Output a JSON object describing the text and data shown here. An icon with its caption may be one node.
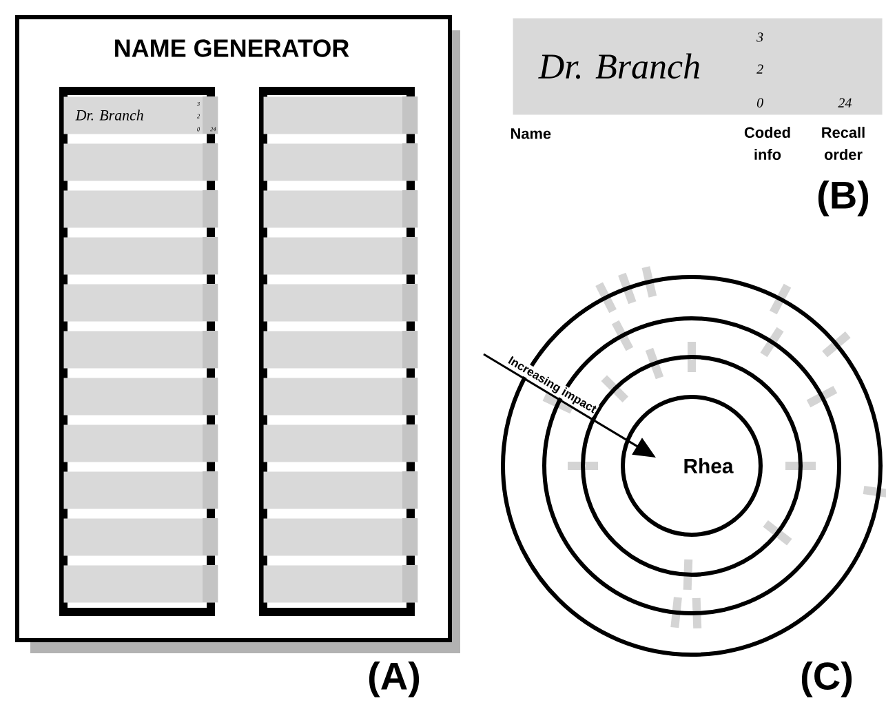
{
  "diagram": {
    "nodes": [
      {
        "text": [
          "NAME GENERATOR"
        ]
      },
      {
        "text": [],
        "shape": "box",
        "in": 0
      },
      {
        "text": [],
        "shape": "box",
        "in": 0
      },
      {
        "text": [
          "Dr. Branch",
          "3",
          "2",
          "0",
          "24"
        ],
        "in": 1
      },
      {
        "text": [],
        "shape": "bar",
        "in": 1
      },
      {
        "text": [],
        "shape": "bar",
        "in": 1
      },
      {
        "text": [],
        "shape": "bar",
        "in": 1
      },
      {
        "text": [],
        "shape": "bar",
        "in": 1
      },
      {
        "text": [],
        "shape": "bar",
        "in": 1
      },
      {
        "text": [],
        "shape": "bar",
        "in": 1
      },
      {
        "text": [],
        "shape": "bar",
        "in": 1
      },
      {
        "text": [],
        "shape": "bar",
        "in": 1
      },
      {
        "text": [],
        "shape": "bar",
        "in": 1
      },
      {
        "text": [],
        "shape": "bar",
        "in": 1
      },
      {
        "text": [],
        "shape": "bar",
        "in": 2
      },
      {
        "text": [],
        "shape": "bar",
        "in": 2
      },
      {
        "text": [],
        "shape": "bar",
        "in": 2
      },
      {
        "text": [],
        "shape": "bar",
        "in": 2
      },
      {
        "text": [],
        "shape": "bar",
        "in": 2
      },
      {
        "text": [],
        "shape": "bar",
        "in": 2
      },
      {
        "text": [],
        "shape": "bar",
        "in": 2
      },
      {
        "text": [],
        "shape": "bar",
        "in": 2
      },
      {
        "text": [],
        "shape": "bar",
        "in": 2
      },
      {
        "text": [],
        "shape": "bar",
        "in": 2
      },
      {
        "text": [],
        "shape": "bar",
        "in": 2
      },
      {
        "text": [
          "Dr. Branch",
          "3",
          "2",
          "0",
          "24"
        ],
        "beside": [
          "Name",
          "Coded info",
          "Recall order"
        ]
      },
      {
        "text": [],
        "shape": "circle"
      },
      {
        "text": [],
        "shape": "circle",
        "in": 26
      },
      {
        "text": [],
        "shape": "circle",
        "in": 27
      },
      {
        "text": [
          "Rhea"
        ],
        "in": 28
      }
    ],
    "edges": [
      {
        "from": null,
        "to": 29,
        "arrow": "to",
        "label": "Increasing impact"
      }
    ],
    "labels": [
      "(B)",
      "(A)",
      "(C)"
    ]
  }
}
